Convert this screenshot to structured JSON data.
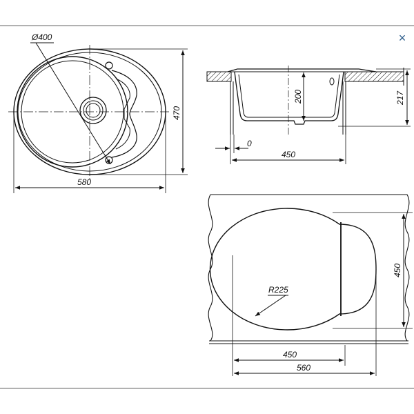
{
  "close_icon": "close-icon",
  "close_glyph": "×",
  "colors": {
    "stroke": "#111111",
    "close": "#2b5b8a",
    "background": "#ffffff"
  },
  "top_view": {
    "diameter_label": "Ø400",
    "height_label": "470",
    "width_label": "580"
  },
  "side_view": {
    "depth_label": "200",
    "overall_height_label": "217",
    "offset_label": "0",
    "width_label": "450"
  },
  "cutout_view": {
    "radius_label": "R225",
    "height_label": "450",
    "inner_width_label": "450",
    "outer_width_label": "560"
  }
}
